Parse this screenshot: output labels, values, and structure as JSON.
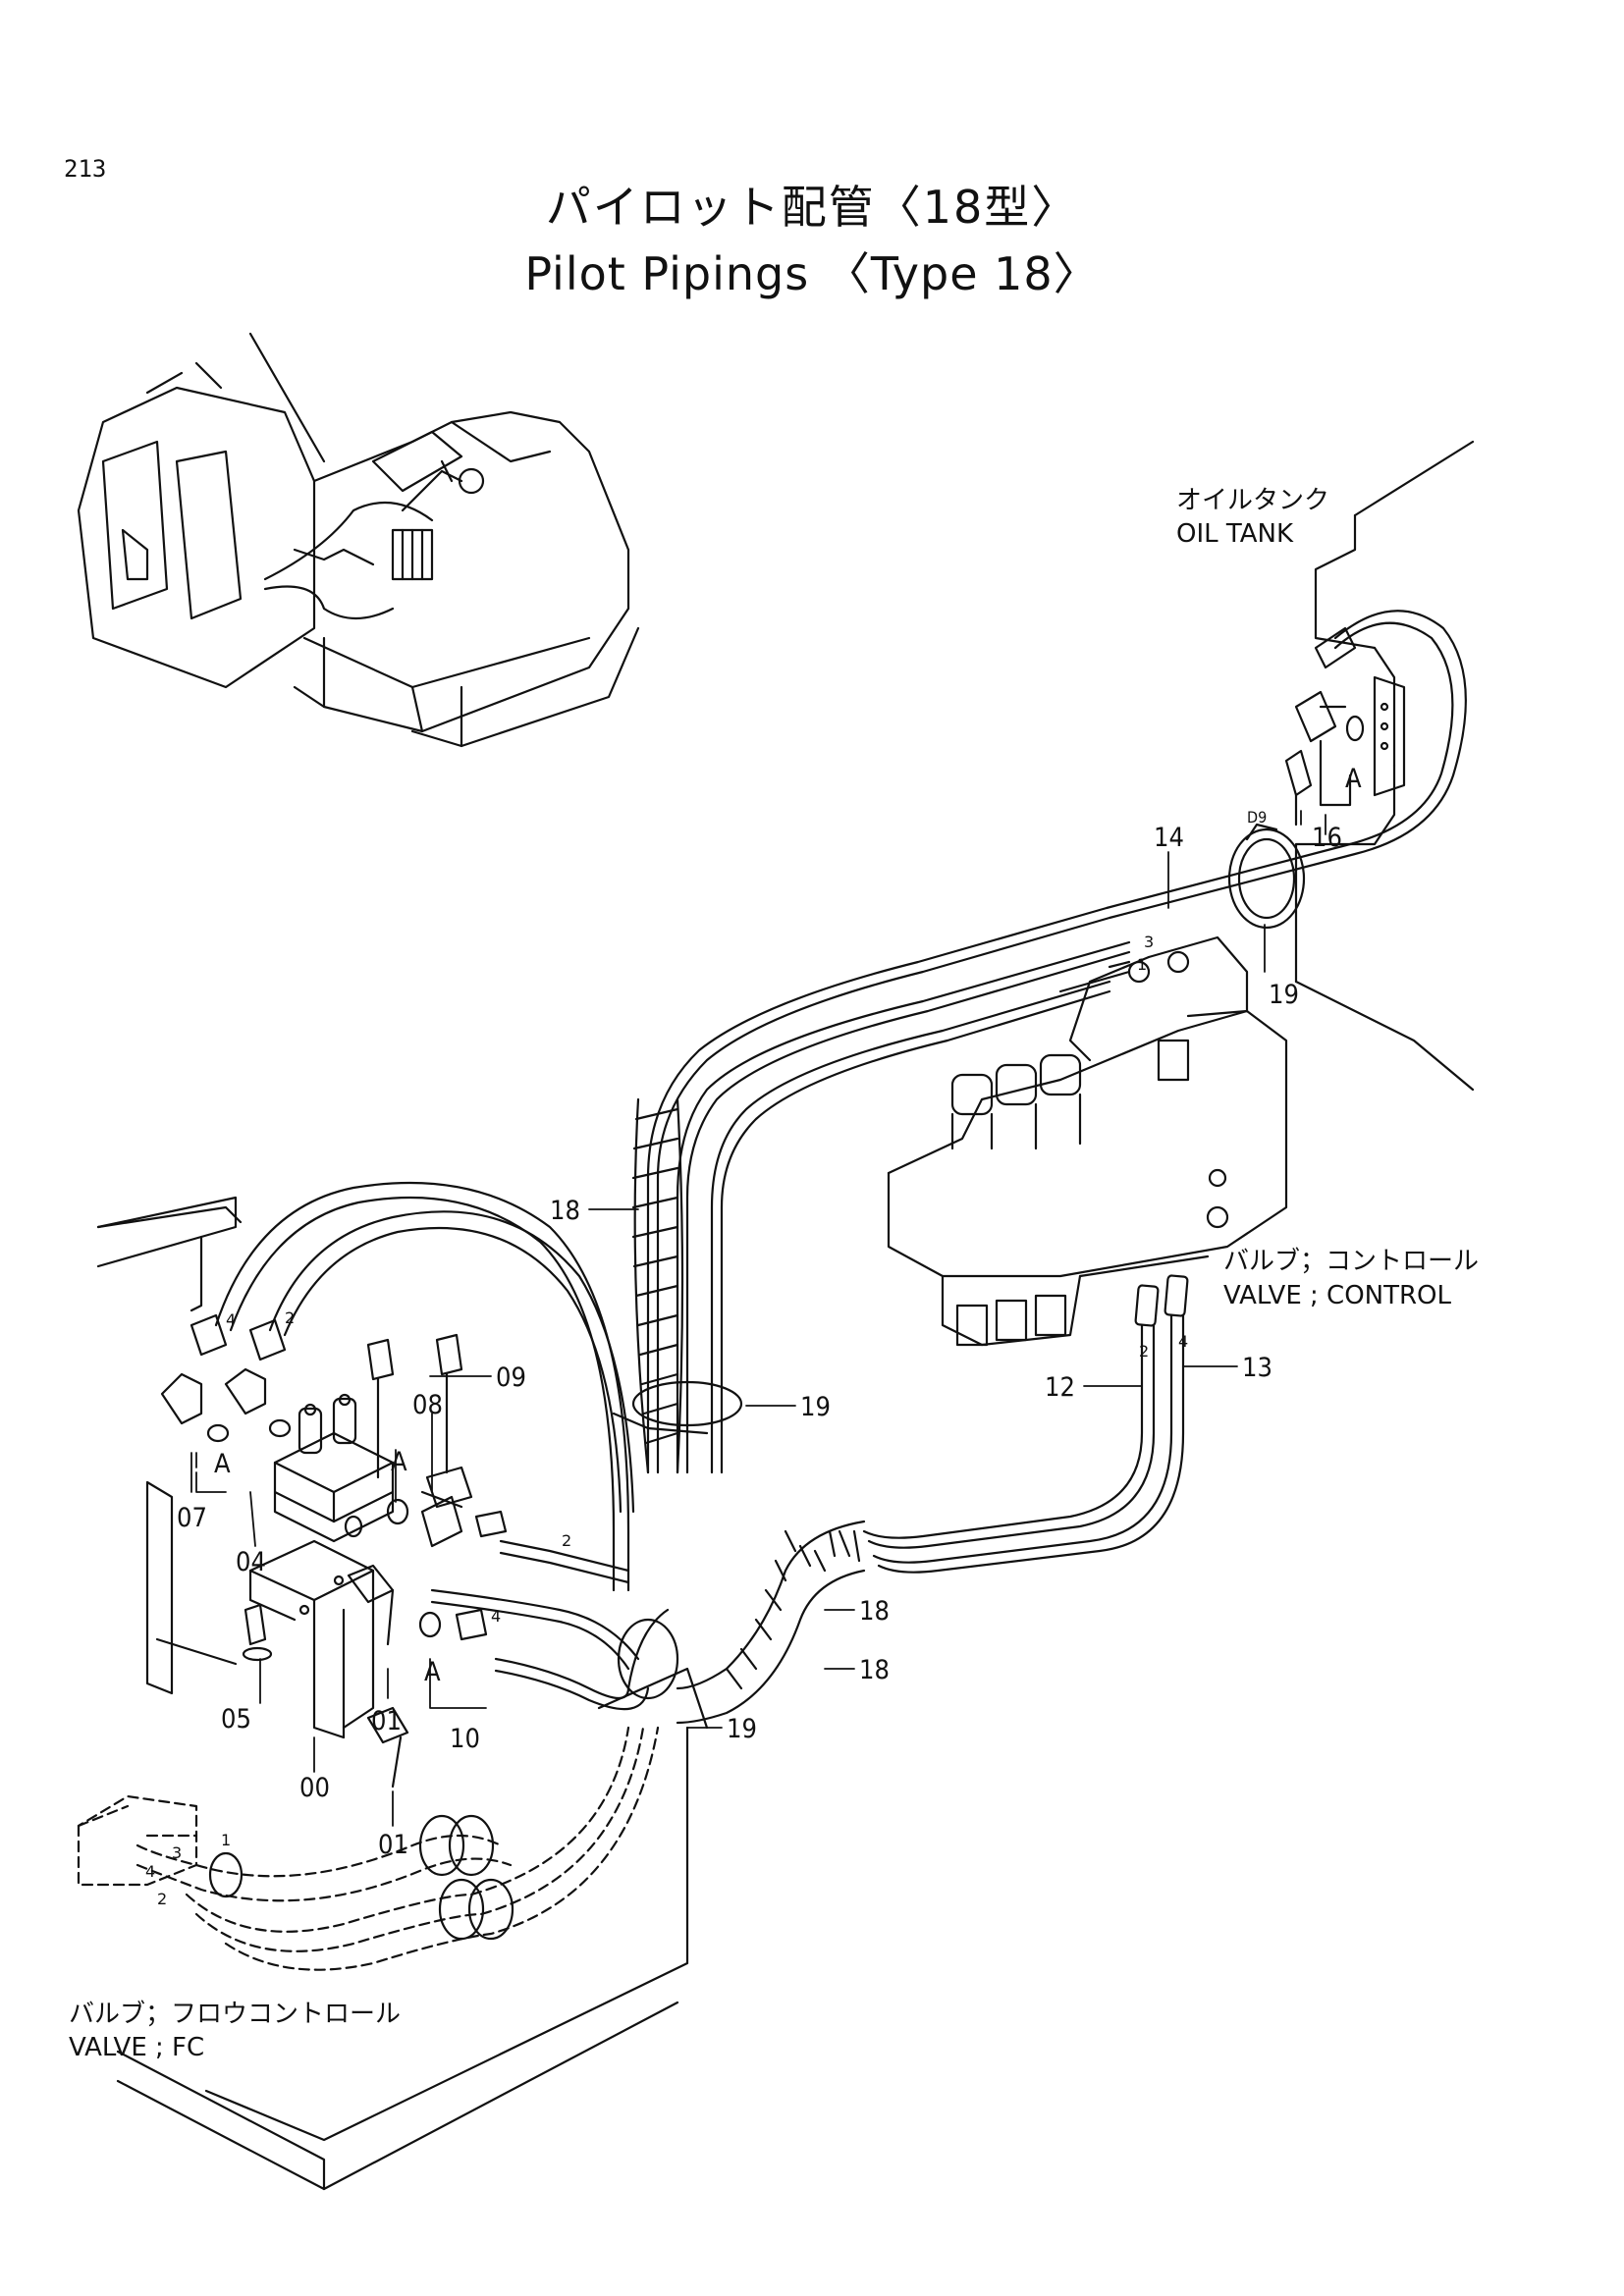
{
  "page_number": "213",
  "title_ja": "パイロット配管〈18型〉",
  "title_en": "Pilot Pipings 〈Type 18〉",
  "labels": {
    "oil_tank_ja": "オイルタンク",
    "oil_tank_en": "OIL TANK",
    "valve_control_ja": "バルブ；コントロール",
    "valve_control_en": "VALVE ; CONTROL",
    "valve_fc_ja": "バルブ；フロウコントロール",
    "valve_fc_en": "VALVE ; FC"
  },
  "parts": {
    "p14": "14",
    "p16": "16",
    "d9": "D9",
    "a_top": "A",
    "p19_top": "19",
    "p18_top": "18",
    "p19_mid": "19",
    "p12": "12",
    "p13": "13",
    "p09": "09",
    "p08": "08",
    "a_mid": "A",
    "a_left": "A",
    "p07": "07",
    "p04": "04",
    "p18_a": "18",
    "p18_b": "18",
    "p19_bot": "19",
    "a_bot": "A",
    "p10": "10",
    "p05": "05",
    "p01_a": "01",
    "p00": "00",
    "p01_b": "01"
  },
  "port_marks": {
    "h4_left": "4",
    "h2_left": "2",
    "h3_cv": "3",
    "h1_cv": "1",
    "h2_cv": "2",
    "h4_cv": "4",
    "h2_mid": "2",
    "h4_mid": "4",
    "fc_1": "1",
    "fc_3": "3",
    "fc_4": "4",
    "fc_2": "2"
  }
}
